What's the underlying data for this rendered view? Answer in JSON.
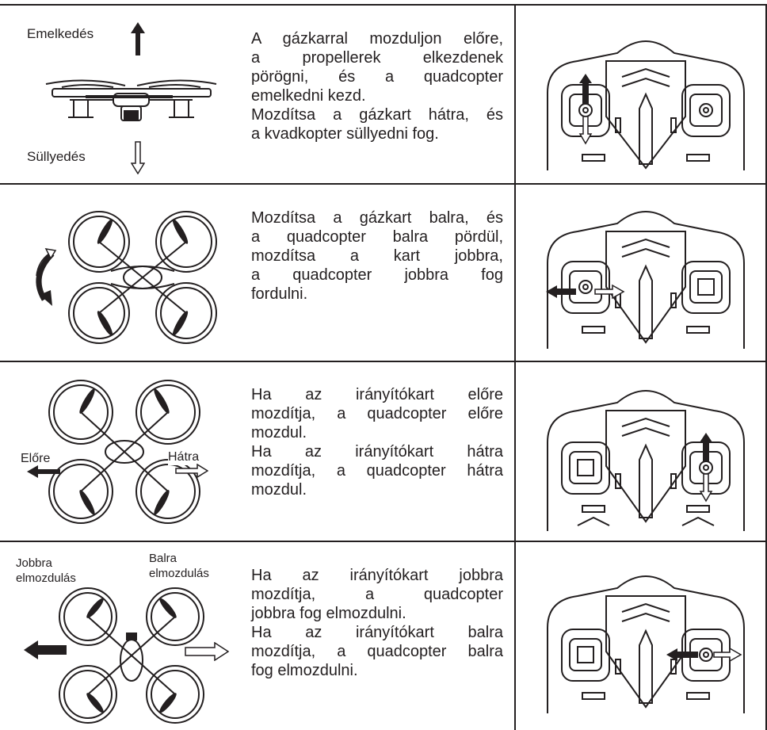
{
  "rows": [
    {
      "labels": {
        "top": "Emelkedés",
        "bottom": "Süllyedés"
      },
      "lines": [
        "A gázkarral mozduljon előre,",
        "a propellerek elkezdenek",
        "pörögni, és a quadcopter",
        "emelkedni kezd.",
        "Mozdítsa a gázkart hátra, és",
        "a kvadkopter süllyedni fog."
      ]
    },
    {
      "lines": [
        "Mozdítsa a gázkart balra, és",
        "a quadcopter balra pördül,",
        "mozdítsa a kart jobbra,",
        "a quadcopter jobbra fog",
        "fordulni."
      ]
    },
    {
      "labels": {
        "left": "Előre",
        "right": "Hátra"
      },
      "lines": [
        "Ha az irányítókart előre",
        "mozdítja, a quadcopter előre",
        "mozdul.",
        "Ha az irányítókart hátra",
        "mozdítja, a quadcopter hátra",
        "mozdul."
      ]
    },
    {
      "labels": {
        "left": "Jobbra elmozdulás",
        "right": "Balra elmozdulás",
        "left_l1": "Jobbra",
        "left_l2": "elmozdulás",
        "right_l1": "Balra",
        "right_l2": "elmozdulás"
      },
      "lines": [
        "Ha az irányítókart jobbra",
        "mozdítja, a quadcopter",
        "jobbra fog elmozdulni.",
        "Ha az irányítókart balra",
        "mozdítja, a quadcopter balra",
        "fog elmozdulni."
      ]
    }
  ],
  "icons": {
    "drone_side": "drone-side-view",
    "drone_top": "drone-top-view",
    "remote": "remote-controller",
    "arrow_filled": "filled-arrow",
    "arrow_outline": "outline-arrow",
    "rotate": "rotate-arrows"
  },
  "colors": {
    "ink": "#231f20",
    "background": "#ffffff",
    "outline_arrow": "#ffffff"
  }
}
